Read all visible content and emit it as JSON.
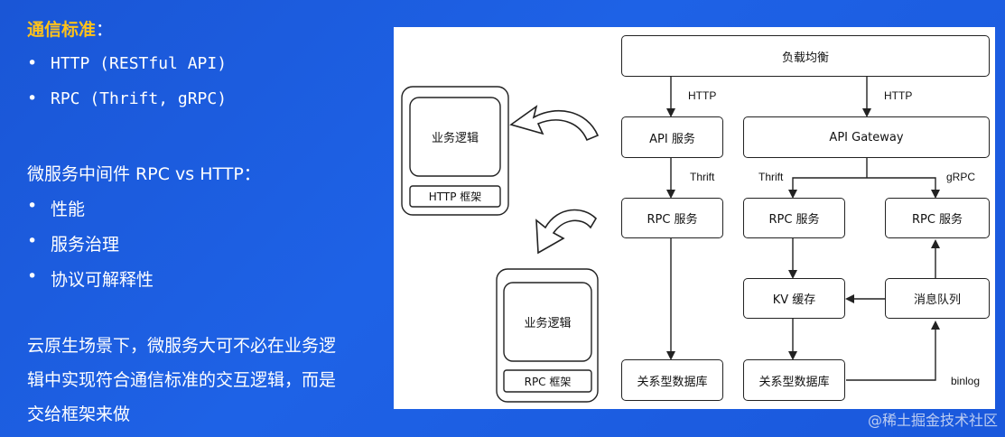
{
  "left": {
    "heading_accent": "通信标准",
    "heading_colon": "：",
    "standards": [
      "HTTP (RESTful API)",
      "RPC (Thrift, gRPC)"
    ],
    "compare_title": "微服务中间件 RPC vs HTTP：",
    "compare_items": [
      "性能",
      "服务治理",
      "协议可解释性"
    ],
    "paragraph": "云原生场景下，微服务大可不必在业务逻辑中实现符合通信标准的交互逻辑，而是交给框架来做"
  },
  "diagram": {
    "http_box_logic": "业务逻辑",
    "http_box_frame": "HTTP 框架",
    "rpc_box_logic": "业务逻辑",
    "rpc_box_frame": "RPC 框架",
    "load_balancer": "负载均衡",
    "api_service": "API 服务",
    "api_gateway": "API Gateway",
    "rpc_service_1": "RPC 服务",
    "rpc_service_2": "RPC 服务",
    "rpc_service_3": "RPC 服务",
    "kv_cache": "KV 缓存",
    "message_queue": "消息队列",
    "relational_db_1": "关系型数据库",
    "relational_db_2": "关系型数据库",
    "label_http_1": "HTTP",
    "label_http_2": "HTTP",
    "label_thrift_1": "Thrift",
    "label_thrift_2": "Thrift",
    "label_grpc": "gRPC",
    "label_binlog": "binlog"
  },
  "watermark": "@稀土掘金技术社区"
}
